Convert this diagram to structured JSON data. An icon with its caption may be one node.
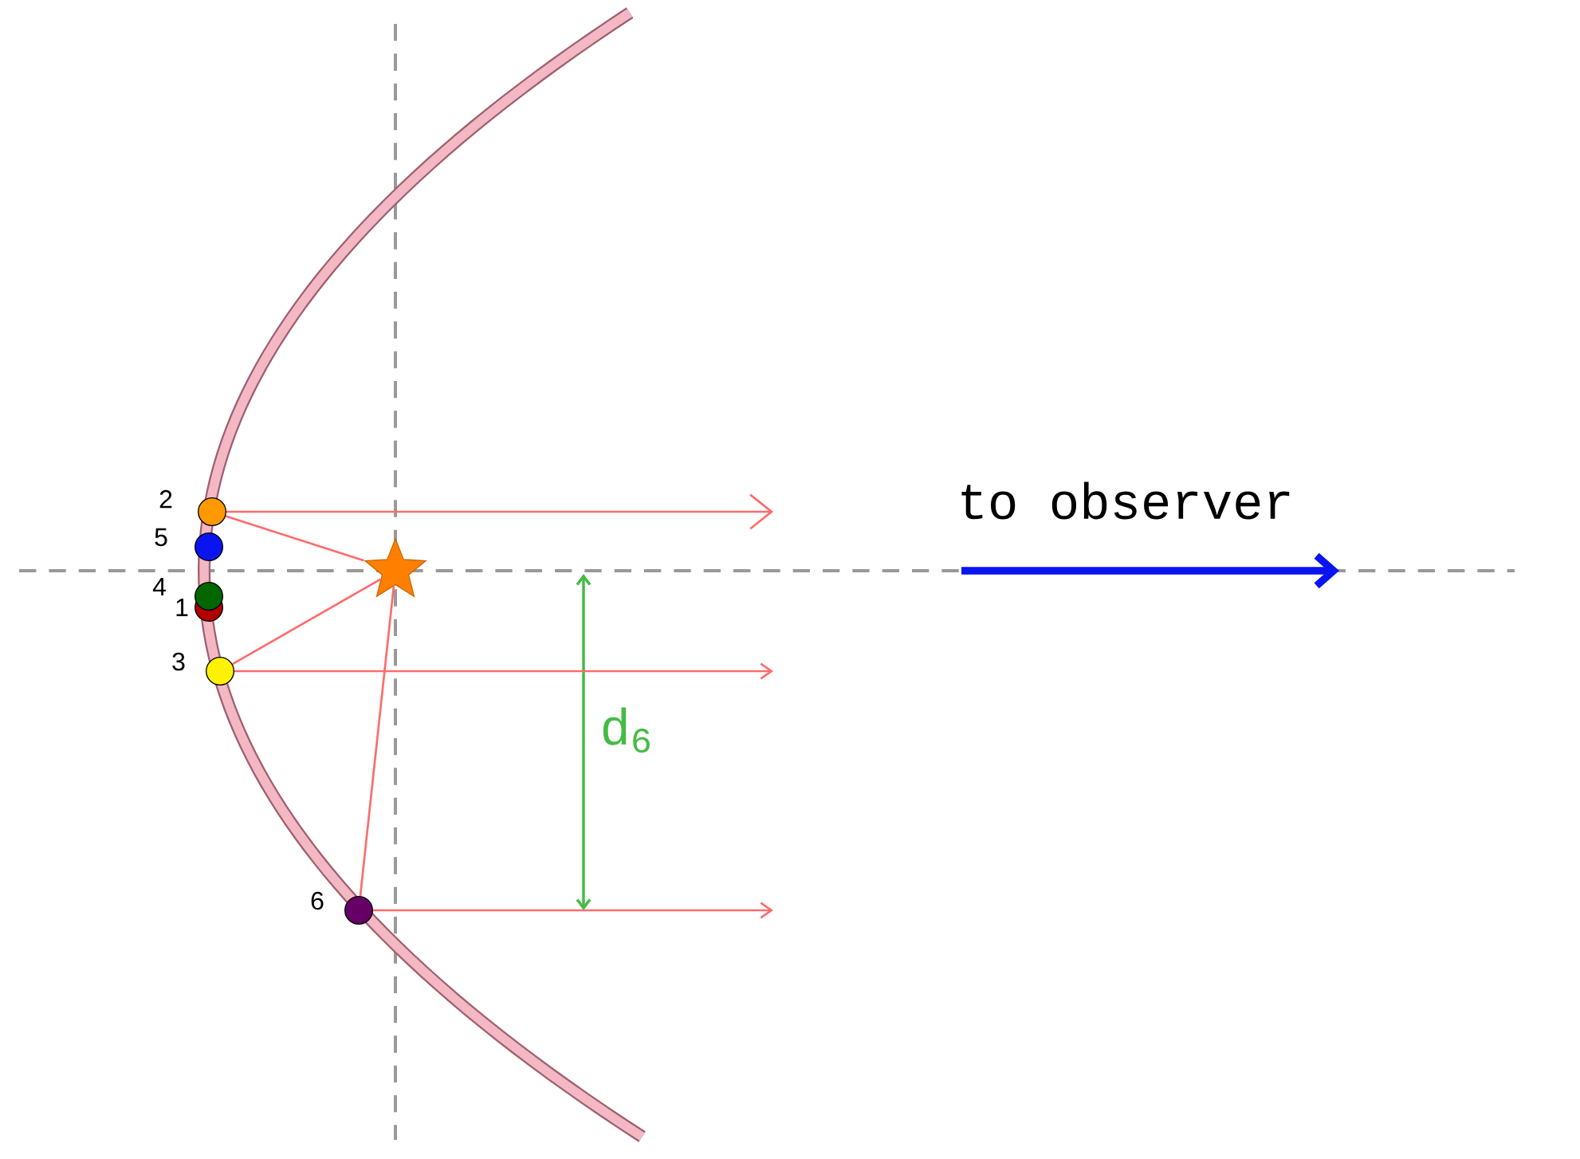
{
  "diagram": {
    "nodes": [
      {
        "text": [],
        "shape": "star"
      },
      {
        "text": [],
        "shape": "circle",
        "beside": [
          "2"
        ]
      },
      {
        "text": [],
        "shape": "circle",
        "beside": [
          "5"
        ]
      },
      {
        "text": [],
        "shape": "circle",
        "beside": [
          "4"
        ]
      },
      {
        "text": [],
        "shape": "circle",
        "beside": [
          "1"
        ]
      },
      {
        "text": [],
        "shape": "circle",
        "beside": [
          "3"
        ]
      },
      {
        "text": [],
        "shape": "circle",
        "beside": [
          "6"
        ]
      }
    ],
    "edges": [
      {
        "from": 0,
        "to": 1,
        "arrow": "none"
      },
      {
        "from": 0,
        "to": 5,
        "arrow": "none"
      },
      {
        "from": 0,
        "to": 6,
        "arrow": "none"
      },
      {
        "from": 1,
        "to": null,
        "arrow": "to"
      },
      {
        "from": 5,
        "to": null,
        "arrow": "to"
      },
      {
        "from": 6,
        "to": null,
        "arrow": "to"
      }
    ],
    "labels": [
      "to observer",
      "d$_{6}$"
    ]
  }
}
